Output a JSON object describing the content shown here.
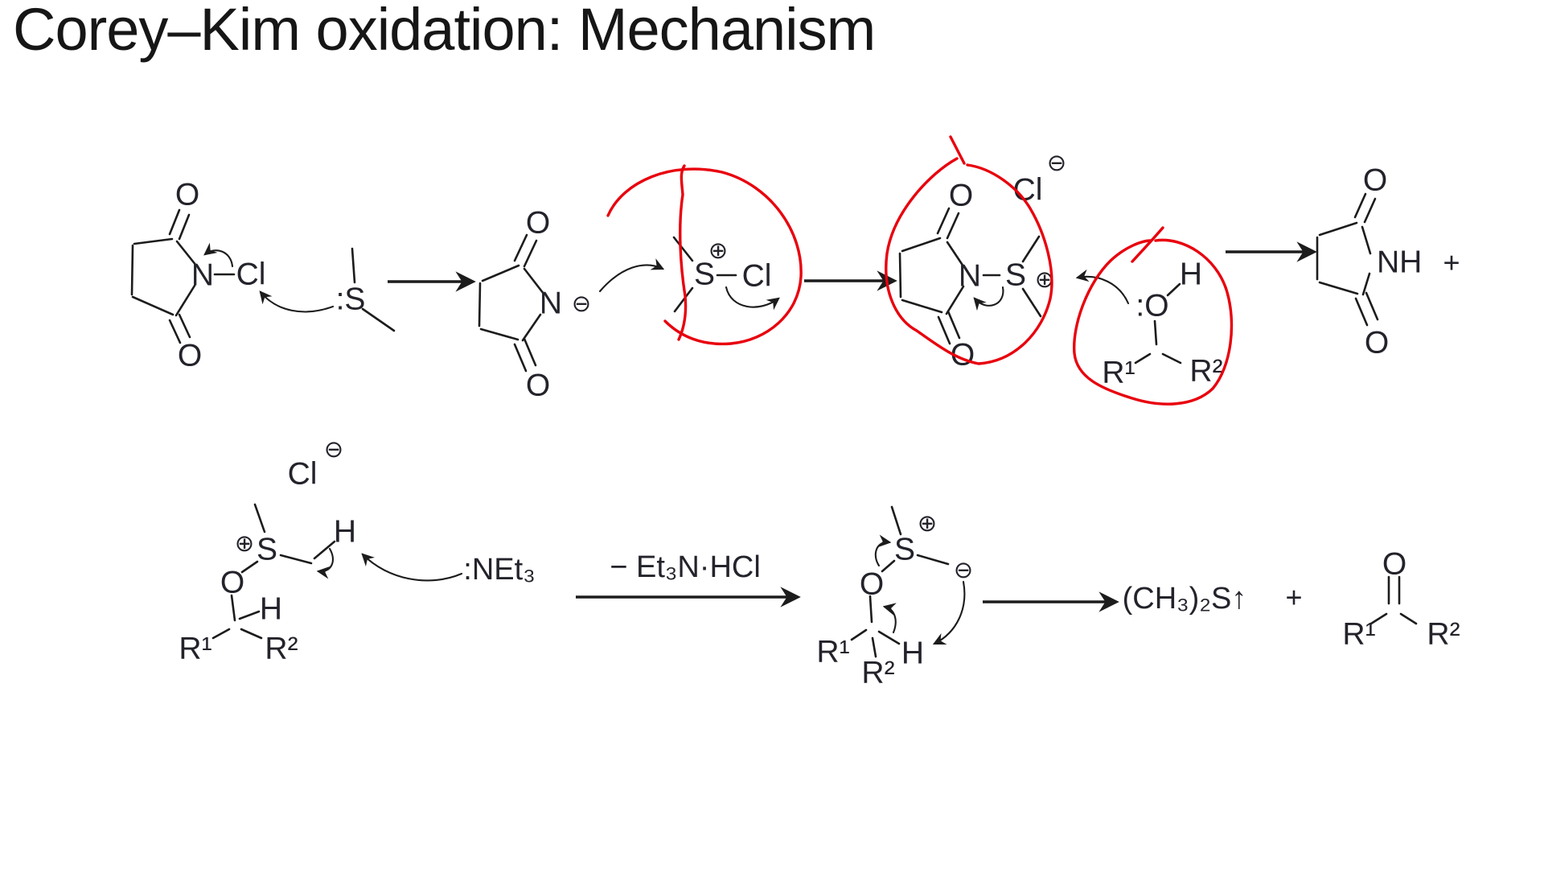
{
  "title": "Corey–Kim oxidation: Mechanism",
  "annotation_color": "#e8000d",
  "structures": {
    "ncs": {
      "o_top": "O",
      "o_bot": "O",
      "n": "N",
      "cl": "Cl"
    },
    "dms": {
      "s": ":S"
    },
    "succinimide_anion": {
      "o_top": "O",
      "o_bot": "O",
      "n": "N",
      "charge": "⊖"
    },
    "chlorosulfonium": {
      "charge": "⊕",
      "s": "S",
      "cl": "Cl"
    },
    "aminosulfonium": {
      "o_top": "O",
      "o_bot": "O",
      "n": "N",
      "s": "S",
      "charge": "⊕",
      "counterion": "Cl",
      "counterion_charge": "⊖"
    },
    "alcohol": {
      "o": ":O",
      "h": "H",
      "r1": "R¹",
      "r2": "R²"
    },
    "succinimide": {
      "o_top": "O",
      "o_bot": "O",
      "nh": "NH",
      "plus": "+"
    },
    "alkoxysulfonium": {
      "counterion": "Cl",
      "counterion_charge": "⊖",
      "charge": "⊕",
      "s": "S",
      "h_methylene": "H",
      "o": "O",
      "h": "H",
      "r1": "R¹",
      "r2": "R²"
    },
    "base_label": ":NEt₃",
    "byproduct_label": "− Et₃N·HCl",
    "ylide": {
      "charge_plus": "⊕",
      "s": "S",
      "charge_minus": "⊖",
      "o": "O",
      "r1": "R¹",
      "r2": "R²",
      "h": "H"
    },
    "products": {
      "dms_gas": "(CH₃)₂S↑",
      "plus": "+",
      "ketone_o": "O",
      "ketone_r1": "R¹",
      "ketone_r2": "R²"
    }
  }
}
